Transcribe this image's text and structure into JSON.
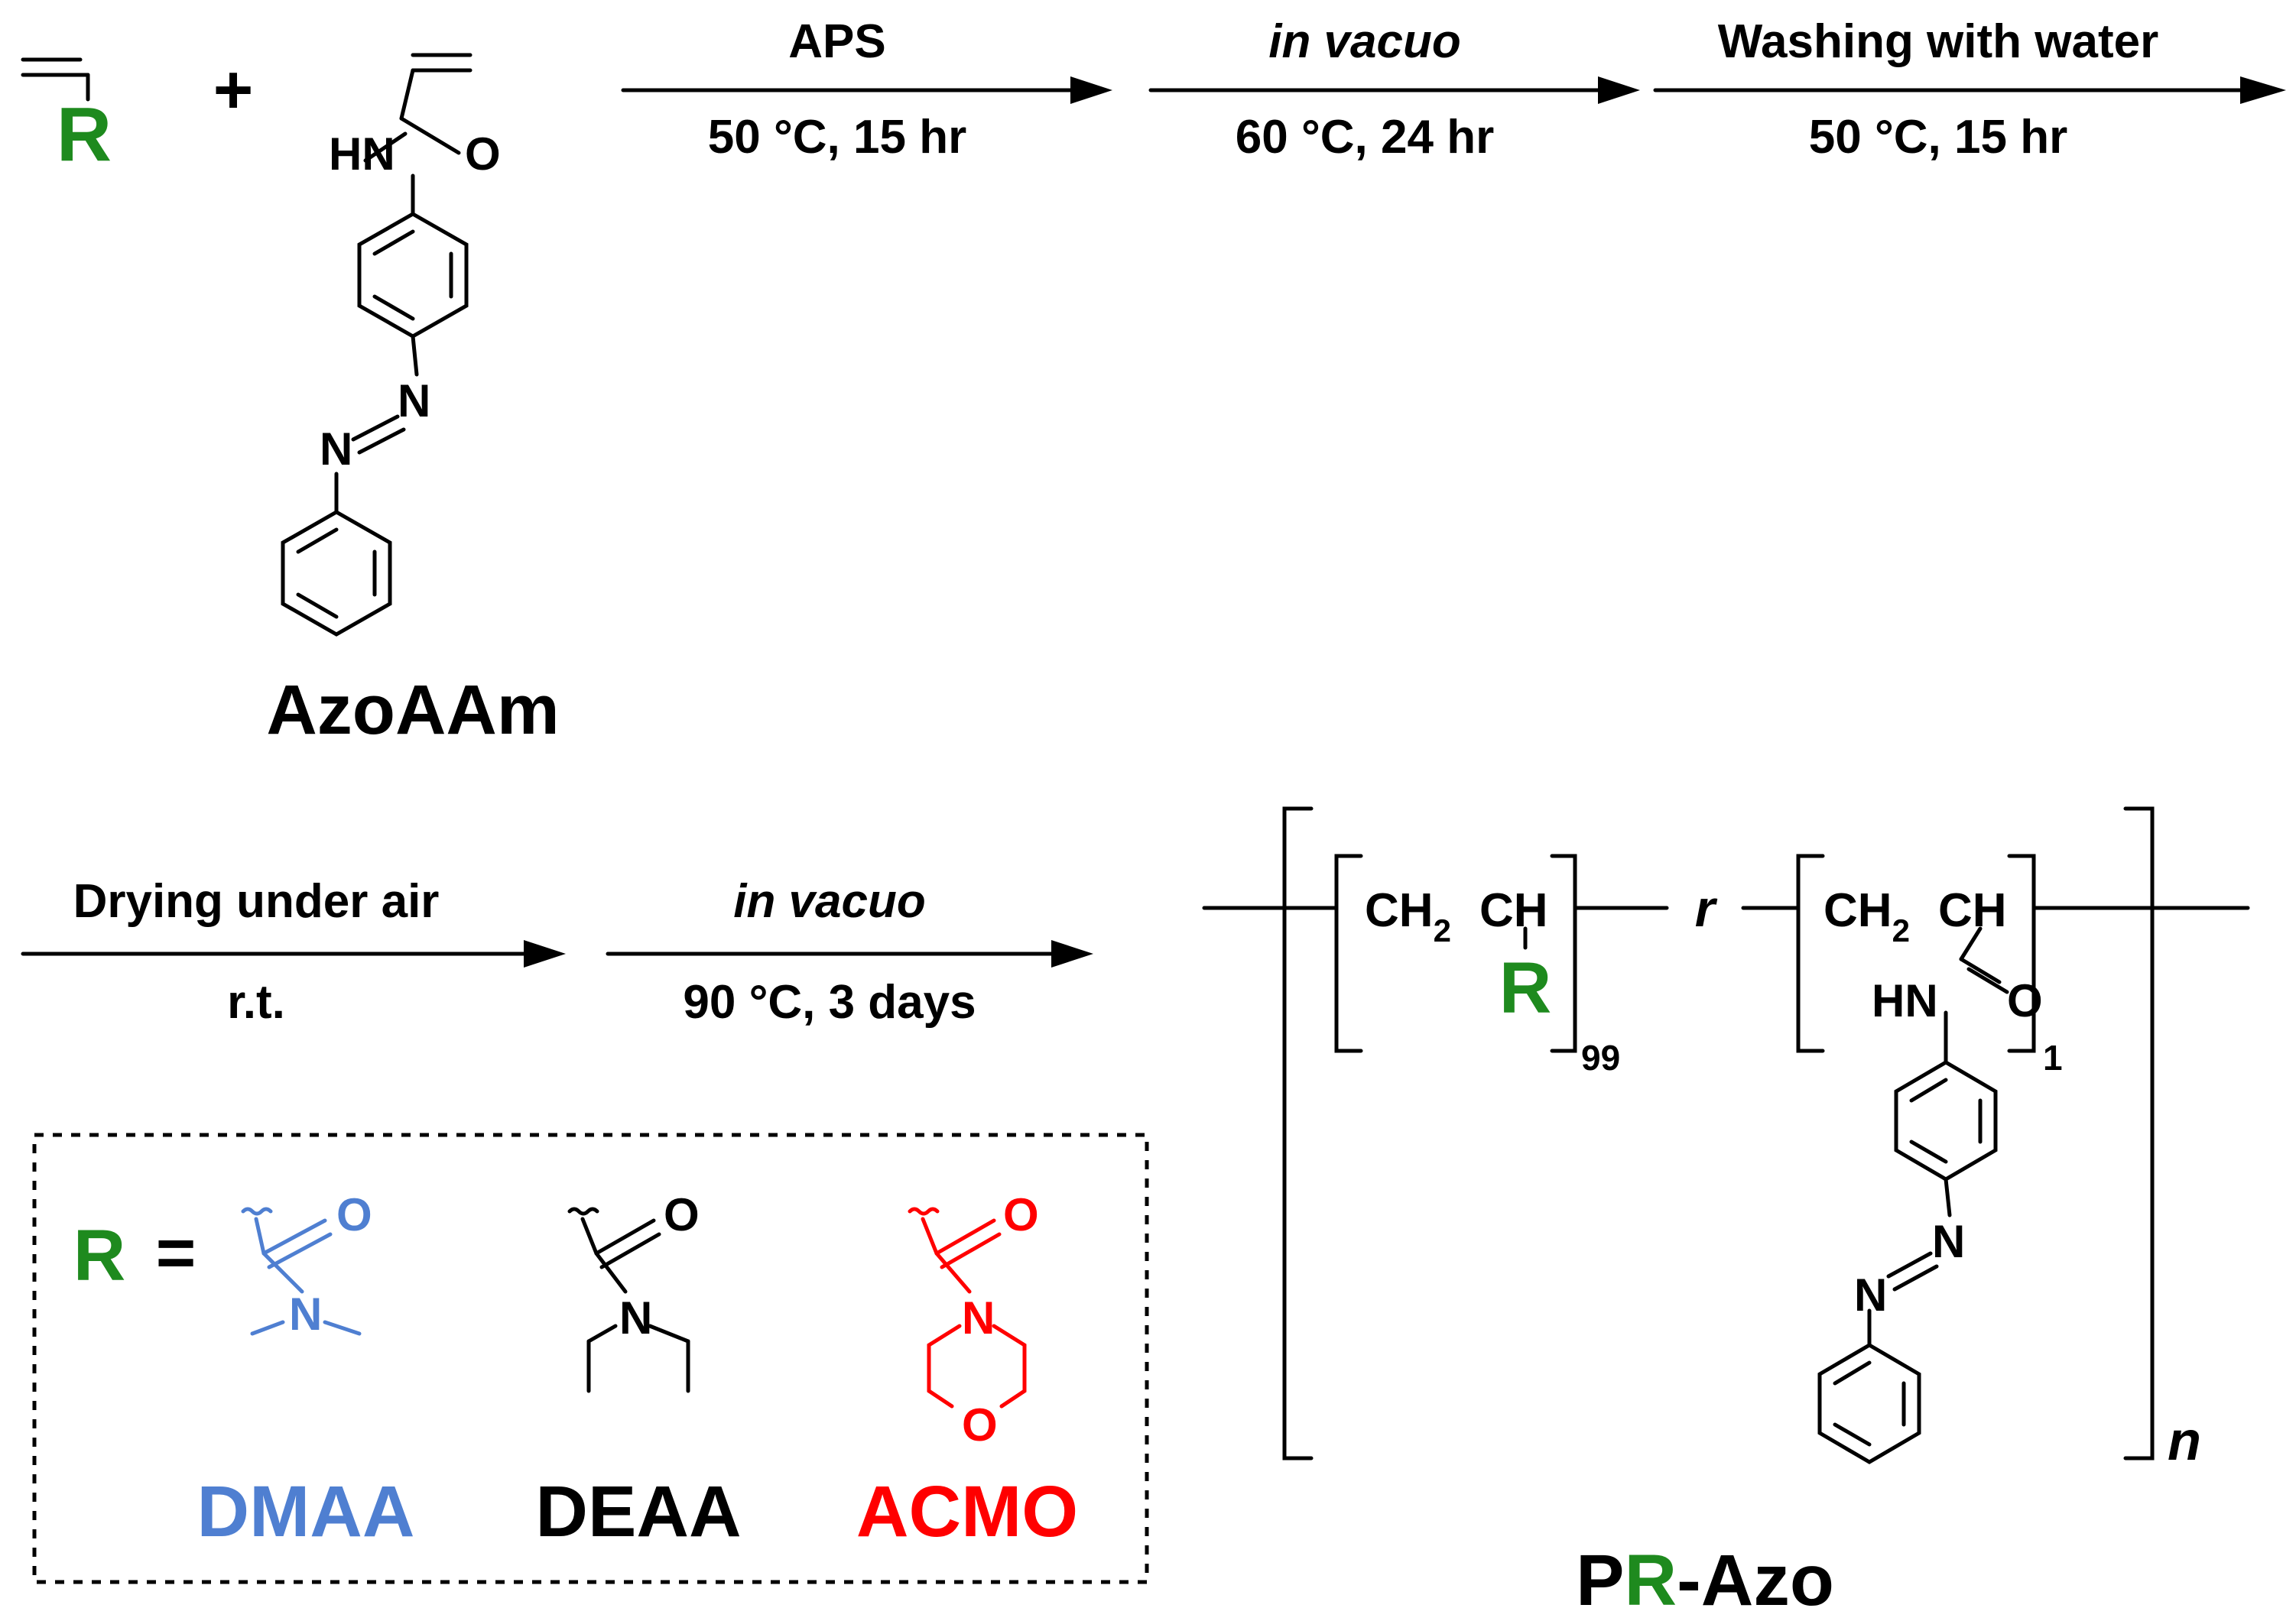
{
  "reactants": {
    "monomer_label": "R",
    "plus": "+",
    "azo_hn": "HN",
    "azo_o": "O",
    "azo_n1": "N",
    "azo_n2": "N",
    "azo_name": "AzoAAm"
  },
  "steps": [
    {
      "above": "APS",
      "below": "50 °C, 15 hr"
    },
    {
      "above": "in vacuo",
      "below": "60 °C, 24 hr"
    },
    {
      "above": "Washing with water",
      "below": "50 °C, 15 hr"
    },
    {
      "above": "Drying under air",
      "below": "r.t."
    },
    {
      "above": "in vacuo",
      "below": "90 °C, 3 days"
    }
  ],
  "legend": {
    "r_label": "R",
    "equals": "=",
    "o_label": "O",
    "n_label": "N",
    "morpholine_o": "O",
    "names": [
      "DMAA",
      "DEAA",
      "ACMO"
    ]
  },
  "product": {
    "ch2": "CH",
    "sub2": "2",
    "ch": "CH",
    "r_label": "R",
    "sub_99": "99",
    "random": "r",
    "hn": "HN",
    "o": "O",
    "sub_1": "1",
    "n1": "N",
    "n2": "N",
    "n_repeat": "n",
    "name_p": "P",
    "name_r": "R",
    "name_rest": "-Azo"
  },
  "colors": {
    "r_group": "#1e8a1e",
    "dmaa": "#4f7fd1",
    "deaa": "#000000",
    "acmo": "#ff0000"
  }
}
